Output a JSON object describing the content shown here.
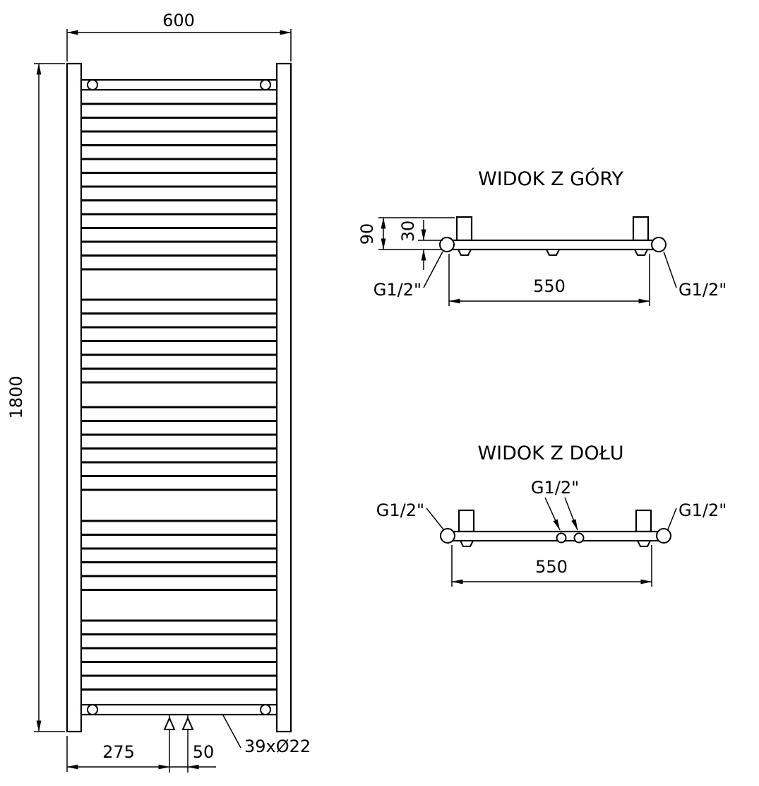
{
  "colors": {
    "line": "#000000",
    "background": "#ffffff"
  },
  "front_view": {
    "width": "600",
    "height": "1800",
    "bottom_offset": "275",
    "connection_spacing": "50",
    "tube_spec": "39xØ22",
    "rung_groups": [
      13,
      7,
      7,
      6,
      6
    ]
  },
  "top_view": {
    "title": "WIDOK Z GÓRY",
    "depth": "90",
    "tube_offset": "30",
    "axis_spacing": "550",
    "left_connection": "G1/2\"",
    "right_connection": "G1/2\""
  },
  "bottom_view": {
    "title": "WIDOK Z DOŁU",
    "axis_spacing": "550",
    "left_connection": "G1/2\"",
    "center_connection": "G1/2\"",
    "right_connection": "G1/2\""
  }
}
